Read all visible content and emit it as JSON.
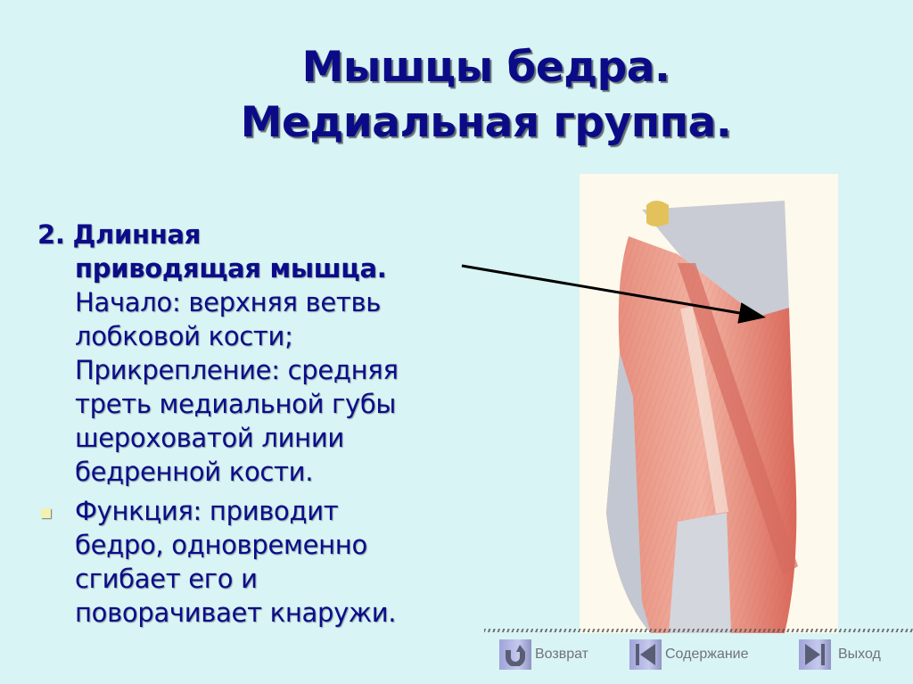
{
  "slide": {
    "title_lines": [
      "Мышцы бедра.",
      "Медиальная группа."
    ],
    "heading_number": "2.",
    "heading_lines": [
      "Длинная",
      "приводящая мышца."
    ],
    "description_lines": [
      "Начало: верхняя ветвь",
      "лобковой кости;",
      "Прикрепление: средняя",
      "треть медиальной губы",
      "шероховатой линии",
      "бедренной кости."
    ],
    "function_lines": [
      "Функция: приводит",
      "бедро, одновременно",
      "сгибает его и",
      "поворачивает кнаружи."
    ],
    "image": {
      "subject": "anatomical illustration of thigh muscles (medial group)",
      "icon": "anatomy-image"
    },
    "colors": {
      "background": "#d9f4f4",
      "text": "#0c0c8a",
      "bullet": "#f4f0b0"
    }
  },
  "navigation": {
    "back": {
      "label": "Возврат",
      "icon": "return-arrow-icon"
    },
    "contents": {
      "label": "Содержание",
      "icon": "first-slide-icon"
    },
    "exit": {
      "label": "Выход",
      "icon": "last-slide-icon"
    }
  }
}
